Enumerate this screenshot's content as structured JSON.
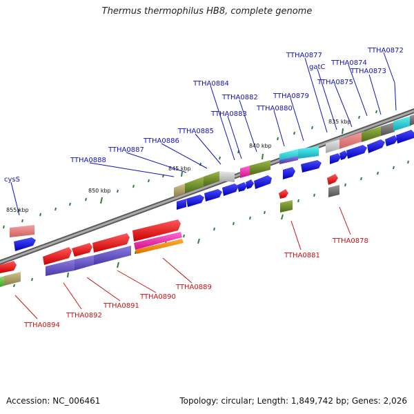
{
  "title": "Thermus thermophilus HB8, complete genome",
  "footer": {
    "accession": "Accession: NC_006461",
    "summary": "Topology: circular; Length: 1,849,742 bp; Genes: 2,026"
  },
  "scale_labels": [
    "835 kbp",
    "840 kbp",
    "845 kbp",
    "850 kbp",
    "855 kbp"
  ],
  "top_labels": [
    "TTHA0872",
    "TTHA0874",
    "TTHA0873",
    "TTHA0877",
    "gatC",
    "TTHA0875",
    "TTHA0879",
    "TTHA0880",
    "TTHA0884",
    "TTHA0882",
    "TTHA0883",
    "TTHA0885",
    "TTHA0886",
    "TTHA0887",
    "TTHA0888",
    "cysS"
  ],
  "bottom_labels": [
    "TTHA0878",
    "TTHA0881",
    "TTHA0889",
    "TTHA0890",
    "TTHA0891",
    "TTHA0892",
    "TTHA0894"
  ],
  "colors": {
    "backbone": "#8a8a8a",
    "cds": "#1010e0",
    "gene_red": "#ee1111",
    "purple": "#6a5acd",
    "olive": "#6b8e23",
    "label_blue": "#1010c0",
    "label_red": "#cc1010",
    "tick_green": "#2e7d32"
  }
}
